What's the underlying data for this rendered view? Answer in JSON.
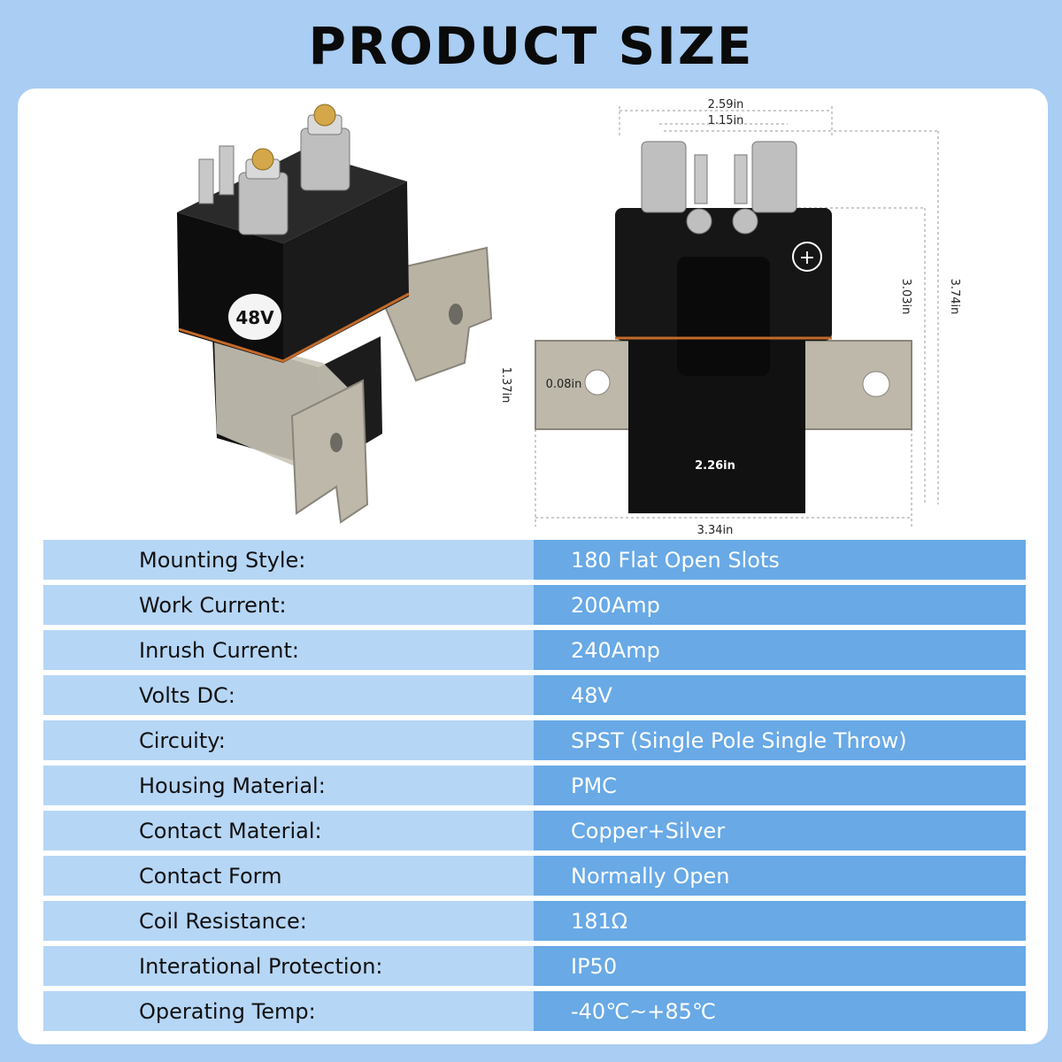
{
  "title": "PRODUCT SIZE",
  "product": {
    "badge": "48V",
    "plus_symbol": "+"
  },
  "dimensions": {
    "top_width": "2.59in",
    "terminal_spacing": "1.15in",
    "body_height": "3.03in",
    "total_height": "3.74in",
    "bracket_height": "1.37in",
    "bracket_thickness": "0.08in",
    "body_width": "2.26in",
    "bracket_width": "3.34in"
  },
  "specs": [
    {
      "label": "Mounting Style:",
      "value": "180 Flat Open Slots"
    },
    {
      "label": "Work Current:",
      "value": "200Amp"
    },
    {
      "label": "Inrush Current:",
      "value": "240Amp"
    },
    {
      "label": "Volts DC:",
      "value": "48V"
    },
    {
      "label": "Circuity:",
      "value": "SPST (Single Pole Single Throw)"
    },
    {
      "label": "Housing Material:",
      "value": "PMC"
    },
    {
      "label": "Contact Material:",
      "value": "Copper+Silver"
    },
    {
      "label": "Contact Form",
      "value": "Normally Open"
    },
    {
      "label": "Coil Resistance:",
      "value": "181Ω"
    },
    {
      "label": "Interational Protection:",
      "value": "IP50"
    },
    {
      "label": "Operating Temp:",
      "value": "-40℃~+85℃"
    }
  ]
}
